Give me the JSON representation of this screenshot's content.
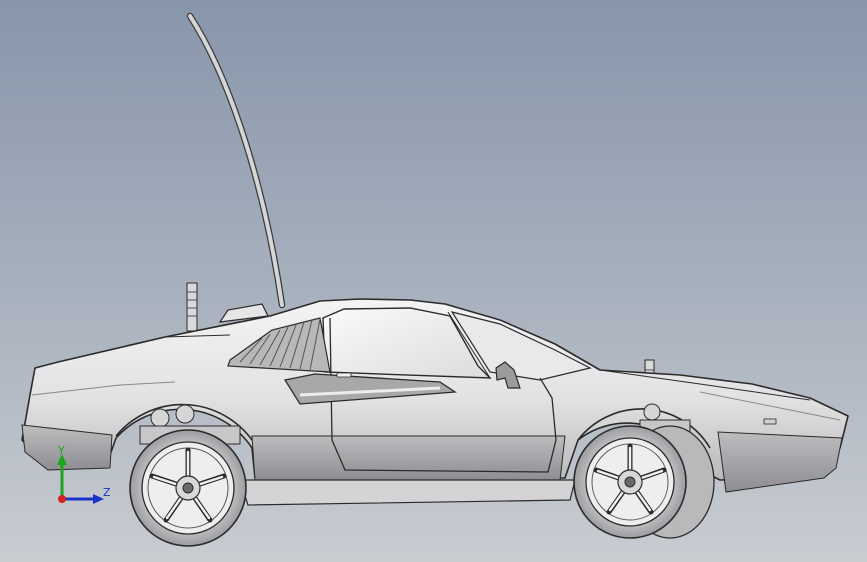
{
  "viewport": {
    "background_top": "#8896ab",
    "background_bottom": "#c9ccd1"
  },
  "model": {
    "subject": "rc-car-side-view",
    "body_color": "#e9e9ea",
    "shadow_color": "#a9a9ab",
    "line_color": "#2b2b2b"
  },
  "triad": {
    "y_label": "Y",
    "z_label": "Z",
    "y_color": "#1aa51a",
    "z_color": "#1c33c9",
    "origin_color": "#d42020"
  }
}
